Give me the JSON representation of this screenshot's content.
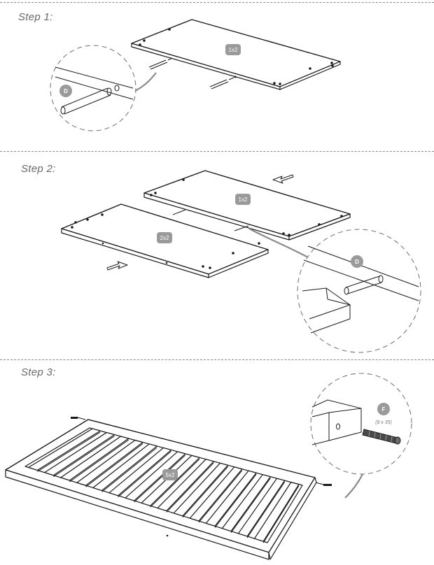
{
  "steps": [
    {
      "label": "Step 1:",
      "quantity": "1x2",
      "part_badge": "D"
    },
    {
      "label": "Step 2:",
      "quantity_top": "1x2",
      "quantity_bottom": "2x2",
      "part_badge": "D"
    },
    {
      "label": "Step 3:",
      "quantity": "5x2",
      "part_badge": "F",
      "part_size": "(8 x 35)"
    }
  ]
}
